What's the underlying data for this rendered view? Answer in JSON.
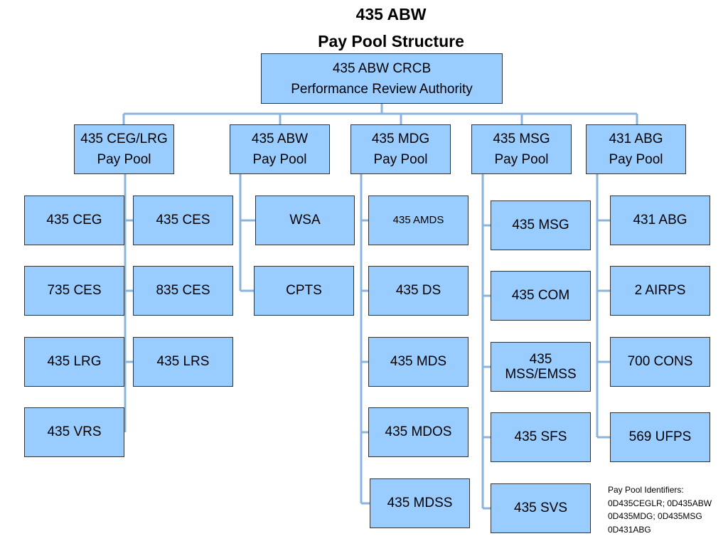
{
  "title": {
    "line1": "435 ABW",
    "line2": "Pay Pool Structure"
  },
  "top": {
    "line1": "435 ABW CRCB",
    "line2": "Performance Review Authority"
  },
  "pools": [
    {
      "line1": "435 CEG/LRG",
      "line2": "Pay Pool"
    },
    {
      "line1": "435 ABW",
      "line2": "Pay Pool"
    },
    {
      "line1": "435 MDG",
      "line2": "Pay Pool"
    },
    {
      "line1": "435 MSG",
      "line2": "Pay Pool"
    },
    {
      "line1": "431 ABG",
      "line2": "Pay Pool"
    }
  ],
  "units": {
    "ceg_left": [
      "435 CEG",
      "735 CES",
      "435 LRG",
      "435 VRS"
    ],
    "ceg_right": [
      "435 CES",
      "835 CES",
      "435 LRS"
    ],
    "abw": [
      "WSA",
      "CPTS"
    ],
    "mdg": [
      "435 AMDS",
      "435 DS",
      "435 MDS",
      "435 MDOS",
      "435 MDSS"
    ],
    "msg": [
      "435 MSG",
      "435 COM",
      {
        "line1": "435",
        "line2": "MSS/EMSS"
      },
      "435 SFS",
      "435 SVS"
    ],
    "abg": [
      "431 ABG",
      "2 AIRPS",
      "700 CONS",
      "569 UFPS"
    ]
  },
  "note": {
    "heading": "Pay Pool Identifiers:",
    "line1": "0D435CEGLR; 0D435ABW",
    "line2": "0D435MDG; 0D435MSG",
    "line3": "0D431ABG"
  },
  "colors": {
    "box_fill": "#99ccff",
    "box_border": "#333333",
    "connector": "#8ab4dd"
  }
}
